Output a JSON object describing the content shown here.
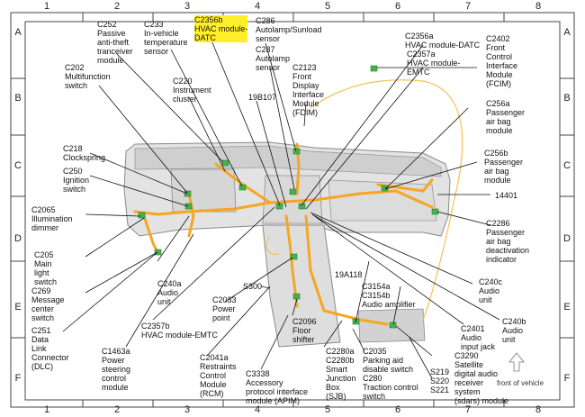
{
  "grid": {
    "columns": [
      "1",
      "2",
      "3",
      "4",
      "5",
      "6",
      "7",
      "8"
    ],
    "rows": [
      "A",
      "B",
      "C",
      "D",
      "E",
      "F"
    ]
  },
  "labels": {
    "c252": "C252\nPassive\nanti-theft\ntranceiver\nmodule",
    "c233": "C233\nIn-vehicle\ntemperature\nsensor",
    "c2356b": "C2356b\nHVAC module-\nDATC",
    "c286": "C286\nAutolamp/Sunload\nsensor",
    "c287": "C287\nAutolamp\nsensor",
    "c2123": "C2123\nFront\nDisplay\nInterface\nModule\n(FDIM)",
    "c2356a": "C2356a\nHVAC module-DATC",
    "c2357a": "C2357a\nHVAC module-\nEMTC",
    "c2402": "C2402\nFront\nControl\nInterface\nModule\n(FCIM)",
    "c202": "C202\nMultifunction\nswitch",
    "c220": "C220\nInstrument\ncluster",
    "19b107": "19B107",
    "c256a": "C256a\nPassenger\nair bag\nmodule",
    "c218": "C218\nClockspring",
    "c250": "C250\nIgnition\nswitch",
    "c256b": "C256b\nPassenger\nair bag\nmodule",
    "c2065": "C2065\nIllumination\ndimmer",
    "14401": "14401",
    "c2286": "C2286\nPassenger\nair bag\ndeactivation\nindicator",
    "c205": "C205\nMain\nlight\nswitch",
    "c269": "C269\nMessage\ncenter\nswitch",
    "c240a": "C240a\nAudio\nunit",
    "s300": "S300",
    "19a118": "19A118",
    "c3154a": "C3154a\nC3154b\nAudio amplifier",
    "c240c": "C240c\nAudio\nunit",
    "c2033": "C2033\nPower\npoint",
    "c251": "C251\nData\nLink\nConnector\n(DLC)",
    "c2357b": "C2357b\nHVAC module-EMTC",
    "c2096": "C2096\nFloor\nshifter",
    "c2401": "C2401\nAudio\ninput jack",
    "c240b": "C240b\nAudio\nunit",
    "c1463a": "C1463a\nPower\nsteering\ncontrol\nmodule",
    "c2041a": "C2041a\nRestraints\nControl\nModule\n(RCM)",
    "c3338": "C3338\nAccessory\nprotocol interface\nmodule (APIM)",
    "c2280a": "C2280a\nC2280b\nSmart\nJunction\nBox\n(SJB)",
    "c2035": "C2035\nParking aid\ndisable switch\nC280\nTraction control\nswitch",
    "c3290": "C3290\nSatellite\ndigital audio\nreceiver\nsystem\n(sdars) module",
    "s219": "S219\nS220\nS221"
  },
  "front_of_vehicle": "front of vehicle",
  "colors": {
    "harness": "#f5a623",
    "connector": "#46b34a",
    "highlight": "#ffef2a",
    "dash": "#9a9a9a"
  }
}
